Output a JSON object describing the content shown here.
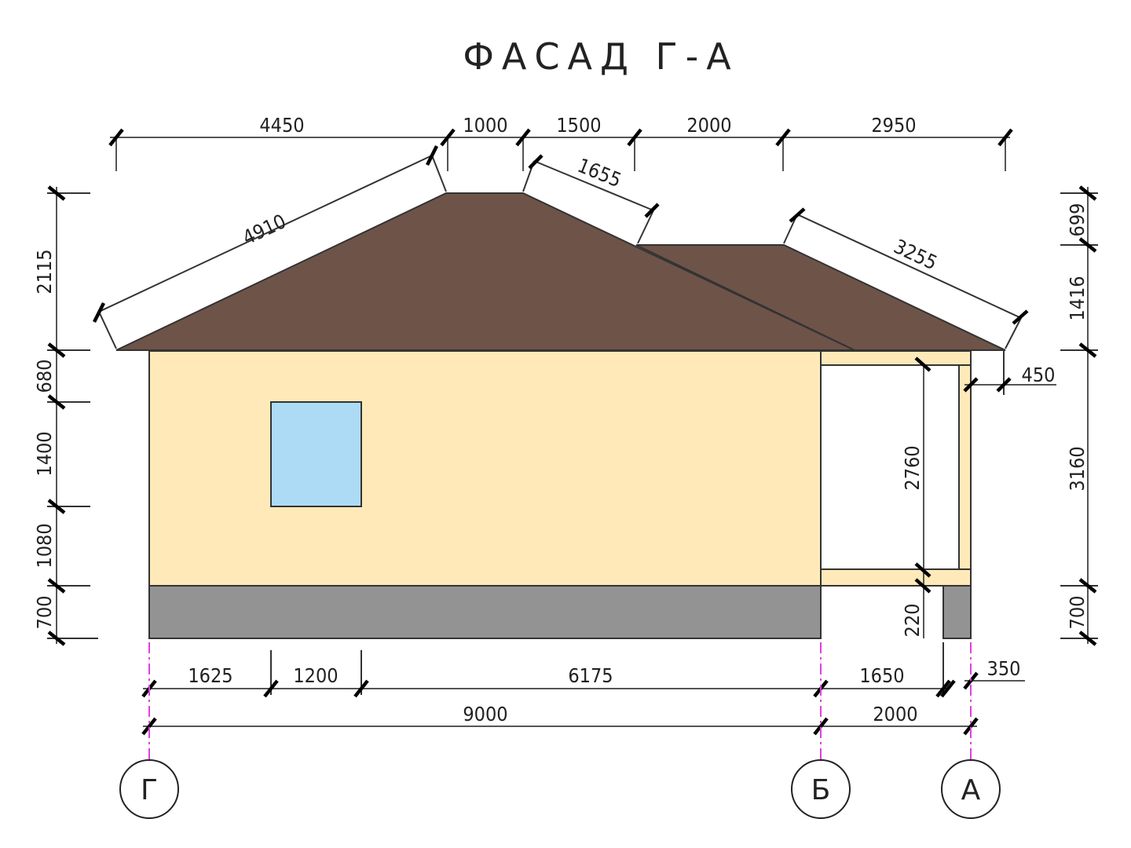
{
  "title": "ФАСАД Г-А",
  "colors": {
    "roof": "#6e5349",
    "wall": "#ffe9b8",
    "plinth": "#939393",
    "window": "#addbf5",
    "axis": "#e040e0"
  },
  "top_dims": [
    "4450",
    "1000",
    "1500",
    "2000",
    "2950"
  ],
  "slope_dims": [
    "4910",
    "1655",
    "3255"
  ],
  "left_dims": [
    "2115",
    "680",
    "1400",
    "1080",
    "700"
  ],
  "right_dims": [
    "699",
    "1416",
    "3160",
    "700",
    "450"
  ],
  "porch_dims": [
    "2760",
    "220"
  ],
  "bottom_dims": [
    "1625",
    "1200",
    "6175",
    "1650",
    "350"
  ],
  "total_dims": [
    "9000",
    "2000"
  ],
  "axes": [
    "Г",
    "Б",
    "А"
  ]
}
